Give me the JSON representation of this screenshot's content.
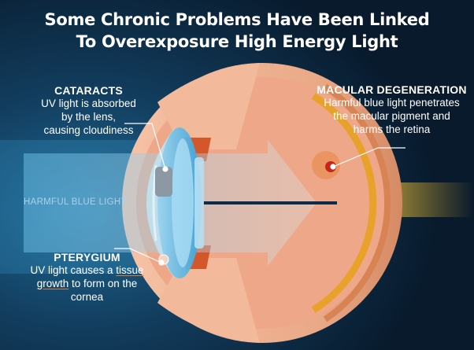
{
  "title": {
    "line1": "Some Chronic Problems Have Been Linked",
    "line2": "To Overexposure High Energy Light"
  },
  "labels": {
    "cataracts": {
      "heading": "CATARACTS",
      "line1": "UV light is absorbed",
      "line2": "by the lens,",
      "line3": "causing cloudiness"
    },
    "macular": {
      "heading": "MACULAR DEGENERATION",
      "line1": "Harmful blue light penetrates",
      "line2": "the macular pigment and",
      "line3": "harms the retina"
    },
    "pterygium": {
      "heading": "PTERYGIUM",
      "line1_a": "UV light causes a ",
      "line1_b": "tissue",
      "line2_a": "growth",
      "line2_b": " to form on the",
      "line3": "cornea"
    },
    "harmful_blue_light": "HARMFUL BLUE LIGHT"
  },
  "colors": {
    "background": "#0b1f35",
    "eyeball": "#f0b596",
    "sclera_rim": "#e79a72",
    "retina": "#e39a2a",
    "blue_light": "#9fd0ec",
    "yellow_beam": "#f4b92a",
    "cornea": "#7bc7ec",
    "lens": "#2f9ed6",
    "leader_line": "#ffffff",
    "underline": "#e07a3a"
  },
  "icons": [
    "eye-cross-section",
    "light-beam-arrow",
    "optic-nerve-beam"
  ]
}
